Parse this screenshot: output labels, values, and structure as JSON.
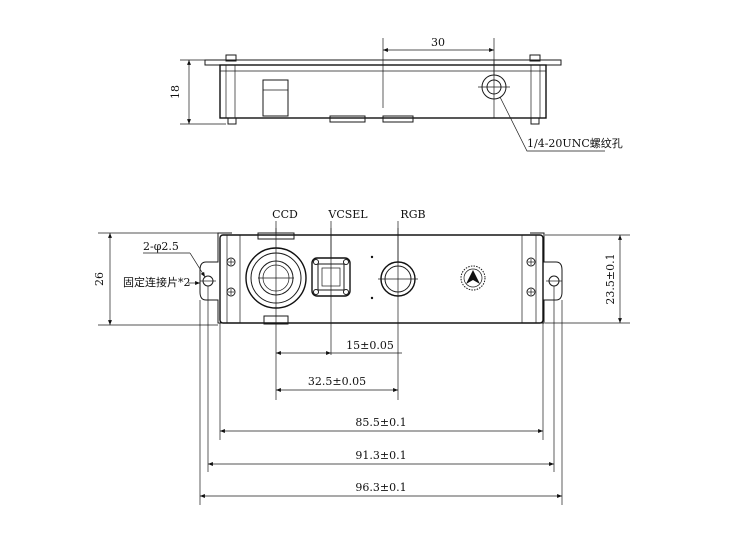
{
  "top_view": {
    "dim_width": "30",
    "dim_height": "18",
    "thread_note": "1/4-20UNC螺纹孔"
  },
  "front_view": {
    "label_ccd": "CCD",
    "label_vcsel": "VCSEL",
    "label_rgb": "RGB",
    "hole_note": "2-φ2.5",
    "bracket_note": "固定连接片*2",
    "dim_height_total": "26",
    "dim_height_body": "23.5±0.1",
    "dim_ccd_vcsel": "15±0.05",
    "dim_ccd_rgb": "32.5±0.05",
    "dim_body_length": "85.5±0.1",
    "dim_hole_spacing": "91.3±0.1",
    "dim_total_length": "96.3±0.1"
  }
}
